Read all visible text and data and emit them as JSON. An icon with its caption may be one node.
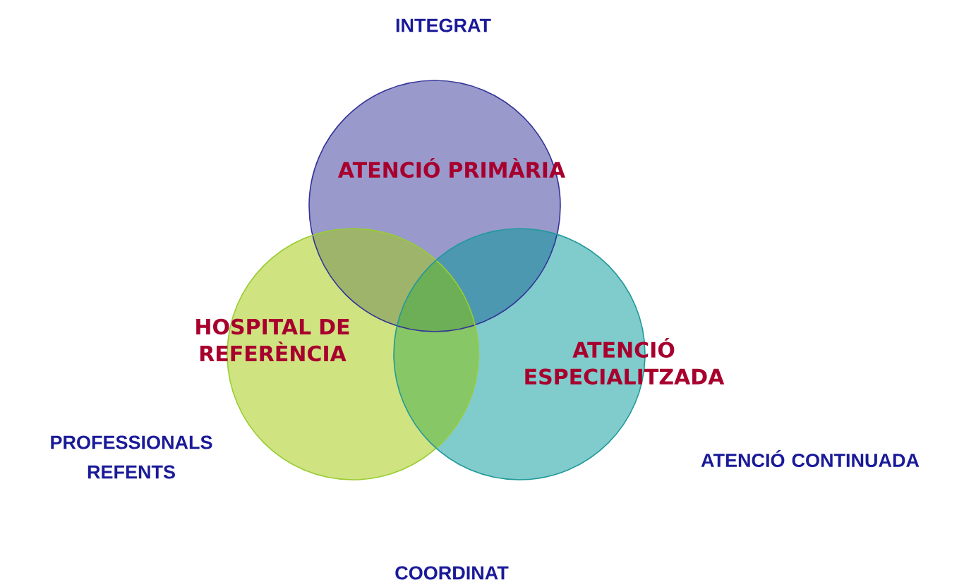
{
  "diagram": {
    "nodes": [
      {
        "text": [
          "ATENCIÓ PRIMÀRIA"
        ]
      },
      {
        "text": [
          "HOSPITAL DE REFERÈNCIA"
        ]
      },
      {
        "text": [
          "ATENCIÓ ESPECIALITZADA"
        ]
      }
    ],
    "labels": [
      "INTEGRAT",
      "PROFESSIONALS REFENTS",
      "ATENCIÓ CONTINUADA",
      "COORDINAT"
    ]
  }
}
